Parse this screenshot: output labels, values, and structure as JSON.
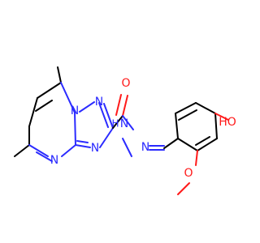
{
  "atoms": {
    "n1": "N",
    "n2": "N",
    "n3": "N",
    "n4": "N",
    "n5": "N",
    "nh_n": "N",
    "nh_h": "H",
    "n_imine": "N",
    "o_carbonyl": "O",
    "oh": "HO",
    "o_methoxy": "O"
  },
  "colors": {
    "carbon": "#000000",
    "nitrogen": "#2b2bff",
    "oxygen": "#ff1a1a"
  }
}
